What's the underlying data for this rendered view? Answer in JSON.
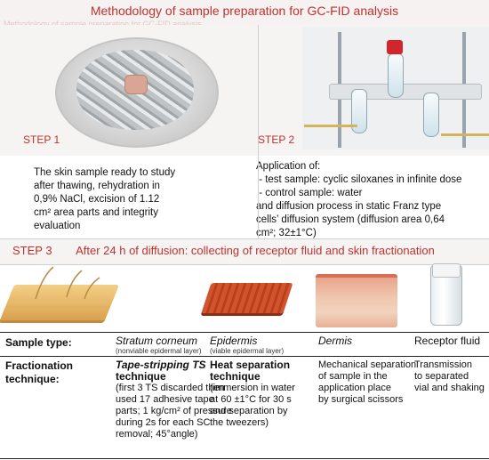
{
  "header": {
    "title": "Methodology of sample preparation for GC-FID analysis",
    "ghost_text": "Methodology of sample preparation for GC-FID analysis"
  },
  "step1": {
    "label": "STEP 1",
    "lines": [
      "The skin sample ready to study",
      "after thawing, rehydration in",
      "0,9% NaCl, excision of 1.12",
      "cm² area parts and integrity",
      "evaluation"
    ]
  },
  "step2": {
    "label": "STEP 2",
    "lines": [
      "Application of:",
      " - test sample: cyclic siloxanes in infinite dose",
      " - control sample: water",
      "and diffusion process in static Franz type",
      "cells’ diffusion system (diffusion area 0,64",
      "cm²; 32±1°C)"
    ]
  },
  "step3": {
    "label": "STEP 3",
    "text": "After 24 h of diffusion: collecting of receptor fluid and skin fractionation"
  },
  "table": {
    "sample_type_label": "Sample type:",
    "fractionation_label_1": "Fractionation",
    "fractionation_label_2": "technique:",
    "columns": [
      {
        "name": "Stratum corneum",
        "sub": "(nonviable epidermal layer)",
        "technique_lines": [
          "Tape-stripping TS",
          "technique",
          "(first 3 TS discarded then",
          "used 17 adhesive tape",
          "parts; 1 kg/cm² of pressure",
          "during 2s for each SC",
          "removal; 45°angle)"
        ]
      },
      {
        "name": "Epidermis",
        "sub": "(viable epidermal layer)",
        "technique_lines": [
          "Heat separation",
          "technique",
          "(immersion in water",
          "at 60 ±1°C for 30 s",
          "and separation by",
          "the tweezers)"
        ]
      },
      {
        "name": "Dermis",
        "sub": "",
        "technique_lines": [
          "Mechanical separation",
          "of sample in the",
          "application place",
          "by surgical scissors"
        ]
      },
      {
        "name": "Receptor fluid",
        "sub": "",
        "technique_lines": [
          "Transmission",
          "to separated",
          "vial and shaking"
        ]
      }
    ]
  }
}
